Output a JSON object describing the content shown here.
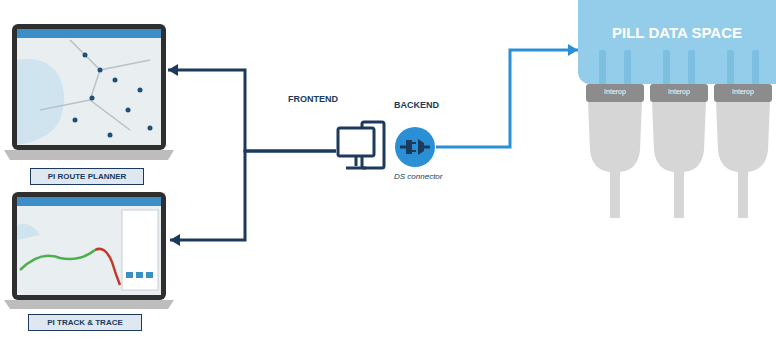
{
  "diagram": {
    "nodes": [
      {
        "text": [
          "PI ROUTE PLANNER"
        ]
      },
      {
        "text": [
          "PI TRACK & TRACE"
        ]
      },
      {
        "text": [
          "FRONTEND"
        ]
      },
      {
        "text": [
          "BACKEND",
          "DS connector"
        ]
      },
      {
        "text": [
          "PILL DATA SPACE"
        ]
      },
      {
        "text": [
          "Interop"
        ]
      },
      {
        "text": [
          "Interop"
        ]
      },
      {
        "text": [
          "Interop"
        ]
      }
    ],
    "edges": [
      {
        "from": 2,
        "to": 0,
        "arrow": "to"
      },
      {
        "from": 2,
        "to": 1,
        "arrow": "to"
      },
      {
        "from": 3,
        "to": 4,
        "arrow": "to"
      }
    ]
  }
}
